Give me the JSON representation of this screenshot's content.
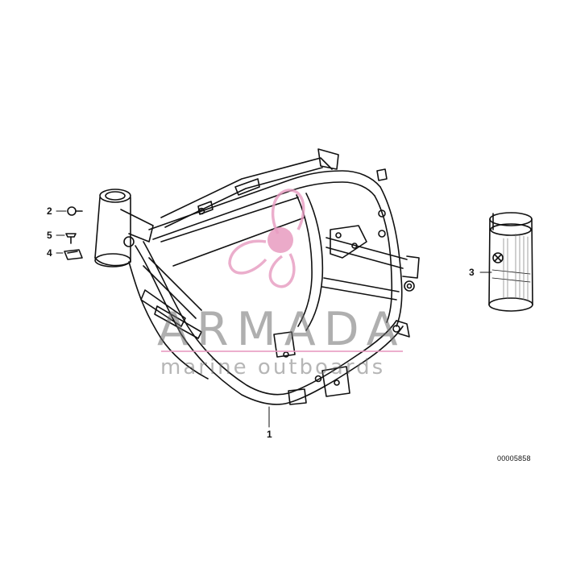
{
  "callouts": {
    "frame": "1",
    "screw": "2",
    "spray_can": "3",
    "clip_nut": "4",
    "bolt": "5"
  },
  "reference_number": "00005858",
  "watermark": {
    "brand": "ARMADA",
    "tagline": "marine outboards",
    "color": "#e79bc0"
  },
  "colors": {
    "line": "#111111",
    "background": "#ffffff"
  }
}
